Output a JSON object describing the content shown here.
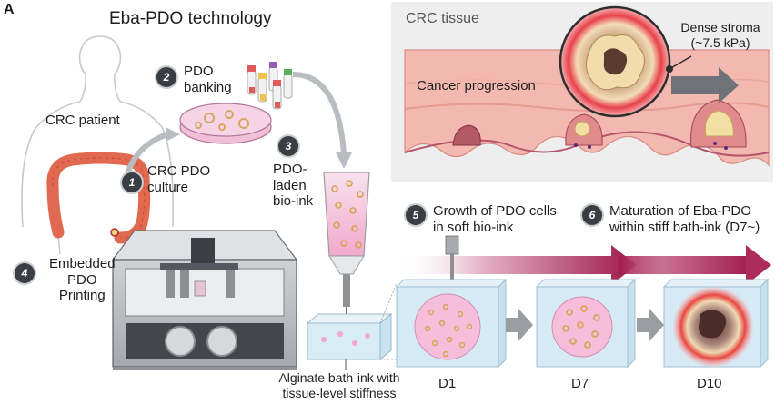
{
  "panel_letter": "A",
  "title": "Eba-PDO technology",
  "patient_label": "CRC patient",
  "steps": [
    {
      "number": "1",
      "label_lines": [
        "CRC PDO",
        "culture"
      ]
    },
    {
      "number": "2",
      "label_lines": [
        "PDO",
        "banking"
      ]
    },
    {
      "number": "3",
      "label_lines": [
        "PDO-",
        "laden",
        "bio-ink"
      ]
    },
    {
      "number": "4",
      "label_lines": [
        "Embedded",
        "PDO",
        "Printing"
      ]
    },
    {
      "number": "5",
      "label_lines": [
        "Growth of PDO cells",
        "in soft bio-ink"
      ]
    },
    {
      "number": "6",
      "label_lines": [
        "Maturation of Eba-PDO",
        "within stiff bath-ink (D7~)"
      ]
    }
  ],
  "tissue_panel": {
    "title": "CRC tissue",
    "progression_label": "Cancer progression",
    "stroma_lines": [
      "Dense stroma",
      "(~7.5 kPa)"
    ]
  },
  "bath_label_lines": [
    "Alginate bath-ink with",
    "tissue-level stiffness"
  ],
  "days": [
    "D1",
    "D7",
    "D10"
  ],
  "colors": {
    "step_circle": "#3a3d44",
    "tissue_bg": "#eeeeee",
    "arrow_dark": "#9c1747",
    "colon": "#e1694f",
    "tissue_pink": "#f3b9b0",
    "gel_blue": "#d8ecf6",
    "organoid_pink": "#f7b8d6"
  }
}
